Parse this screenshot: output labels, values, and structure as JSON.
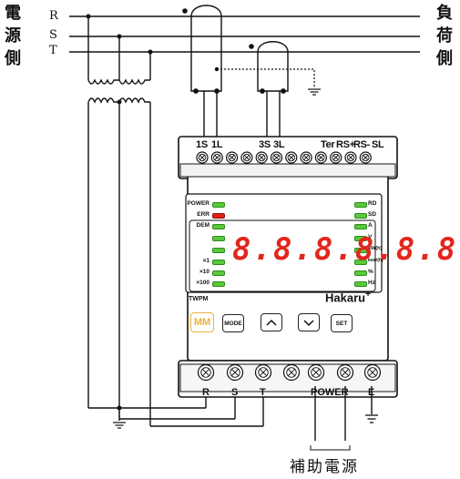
{
  "labels": {
    "source_side": [
      "電",
      "源",
      "側"
    ],
    "load_side": [
      "負",
      "荷",
      "側"
    ],
    "phases": [
      "R",
      "S",
      "T"
    ],
    "aux_power": "補助電源"
  },
  "top_terminals": [
    "1S",
    "1L",
    "3S",
    "3L",
    "Ter",
    "RS+",
    "RS-",
    "SL"
  ],
  "bottom_terminals": [
    "R",
    "S",
    "T",
    "POWER",
    "E"
  ],
  "panel": {
    "led_left": [
      "POWER",
      "ERR",
      "DEM",
      "",
      "",
      "×1",
      "×10",
      "×100"
    ],
    "led_right": [
      "RD",
      "SD",
      "A",
      "V",
      "kW(h)",
      "kvar(h)",
      "%",
      "Hz"
    ],
    "display": "8.8.8.8.8.8.",
    "model": "TWPM",
    "brand": "Hakaru",
    "brand_plus": "+"
  },
  "buttons": {
    "mm": "MM",
    "mode": "MODE",
    "up": "up",
    "down": "down",
    "set": "SET"
  },
  "colors": {
    "led_green": "#59c93a",
    "led_red": "#e0201a",
    "digit_red": "#e2261c",
    "mm_accent": "#e9b23a"
  }
}
